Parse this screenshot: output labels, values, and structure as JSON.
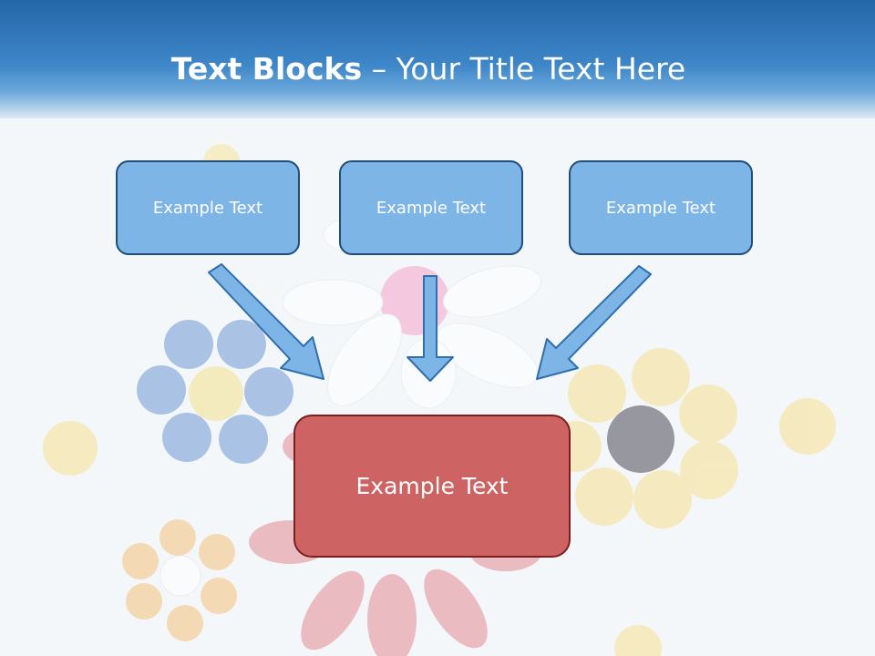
{
  "slide": {
    "title_bold": "Text Blocks",
    "title_dash": " – ",
    "title_rest": "Your Title Text Here"
  },
  "boxes": {
    "top_left": "Example Text",
    "top_center": "Example Text",
    "top_right": "Example Text",
    "bottom": "Example Text"
  },
  "colors": {
    "header_blue": "#2f78bd",
    "small_box_fill": "#7db5e6",
    "small_box_border": "#1f4e79",
    "big_box_fill": "#cd6363",
    "big_box_border": "#7a1f1f",
    "arrow_fill": "#7db5e6",
    "arrow_border": "#2f6fad"
  }
}
